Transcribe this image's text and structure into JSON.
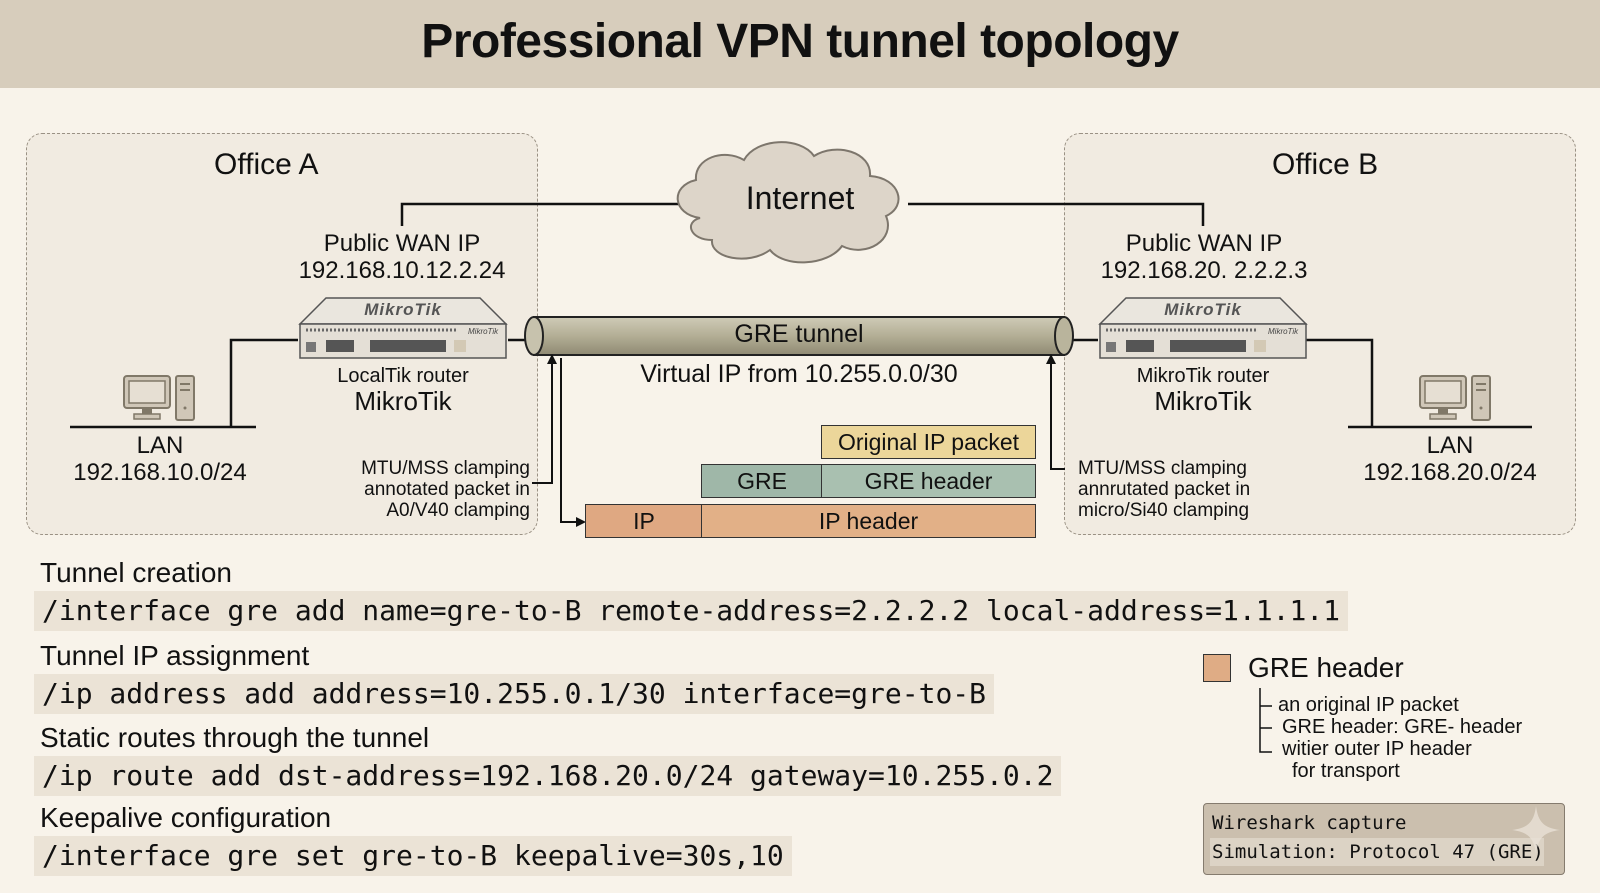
{
  "title": "Professional VPN tunnel topology",
  "internet": {
    "label": "Internet",
    "icon": "cloud-icon"
  },
  "office_a": {
    "title": "Office A",
    "wan_label": "Public WAN IP",
    "wan_ip": "192.168.10.12.2.24",
    "router_brand_logo": "MikroTik",
    "router_name": "LocalTik router",
    "router_brand": "MikroTik",
    "lan_label": "LAN",
    "lan_subnet": "192.168.10.0/24",
    "mtu_note": [
      "MTU/MSS clamping",
      "annotated packet in",
      "A0/V40 clamping"
    ]
  },
  "office_b": {
    "title": "Office B",
    "wan_label": "Public WAN IP",
    "wan_ip": "192.168.20. 2.2.2.3",
    "router_brand_logo": "MikroTik",
    "router_name": "MikroTik router",
    "router_brand": "MikroTik",
    "lan_label": "LAN",
    "lan_subnet": "192.168.20.0/24",
    "mtu_note": [
      "MTU/MSS clamping",
      "annrutated packet in",
      "micro/Si40 clamping"
    ]
  },
  "tunnel": {
    "label": "GRE tunnel",
    "virtual_ip": "Virtual IP from 10.255.0.0/30"
  },
  "packet": {
    "original": "Original IP packet",
    "gre": "GRE",
    "gre_header": "GRE header",
    "ip": "IP",
    "ip_header": "IP header",
    "colors": {
      "original": "#ecd69a",
      "gre": "#9fb7a8",
      "ip": "#dfac85"
    }
  },
  "config": [
    {
      "title": "Tunnel creation",
      "command": "/interface gre add name=gre-to-B remote-address=2.2.2.2 local-address=1.1.1.1"
    },
    {
      "title": "Tunnel IP assignment",
      "command": "/ip address add address=10.255.0.1/30 interface=gre-to-B"
    },
    {
      "title": "Static routes through the tunnel",
      "command": "/ip route add dst-address=192.168.20.0/24 gateway=10.255.0.2"
    },
    {
      "title": "Keepalive configuration",
      "command": "/interface gre set gre-to-B keepalive=30s,10"
    }
  ],
  "legend": {
    "title": "GRE header",
    "color": "#dfac85",
    "items": [
      "an original IP packet",
      "GRE header: GRE- header",
      "witier outer IP header",
      "for transport"
    ]
  },
  "wireshark": {
    "title": "Wireshark capture",
    "detail": "Simulation: Protocol 47 (GRE)"
  }
}
